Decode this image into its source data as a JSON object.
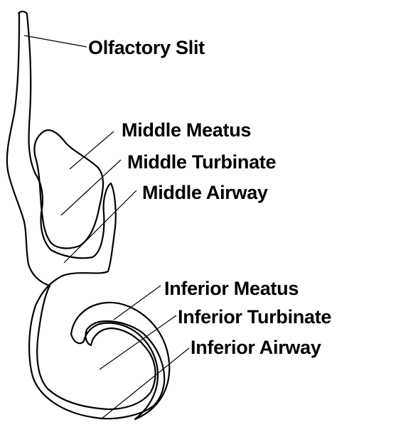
{
  "diagram": {
    "labels": {
      "olfactory_slit": "Olfactory Slit",
      "middle_meatus": "Middle Meatus",
      "middle_turbinate": "Middle Turbinate",
      "middle_airway": "Middle Airway",
      "inferior_meatus": "Inferior Meatus",
      "inferior_turbinate": "Inferior Turbinate",
      "inferior_airway": "Inferior Airway"
    },
    "colors": {
      "line": "#000000",
      "background": "#ffffff"
    }
  }
}
